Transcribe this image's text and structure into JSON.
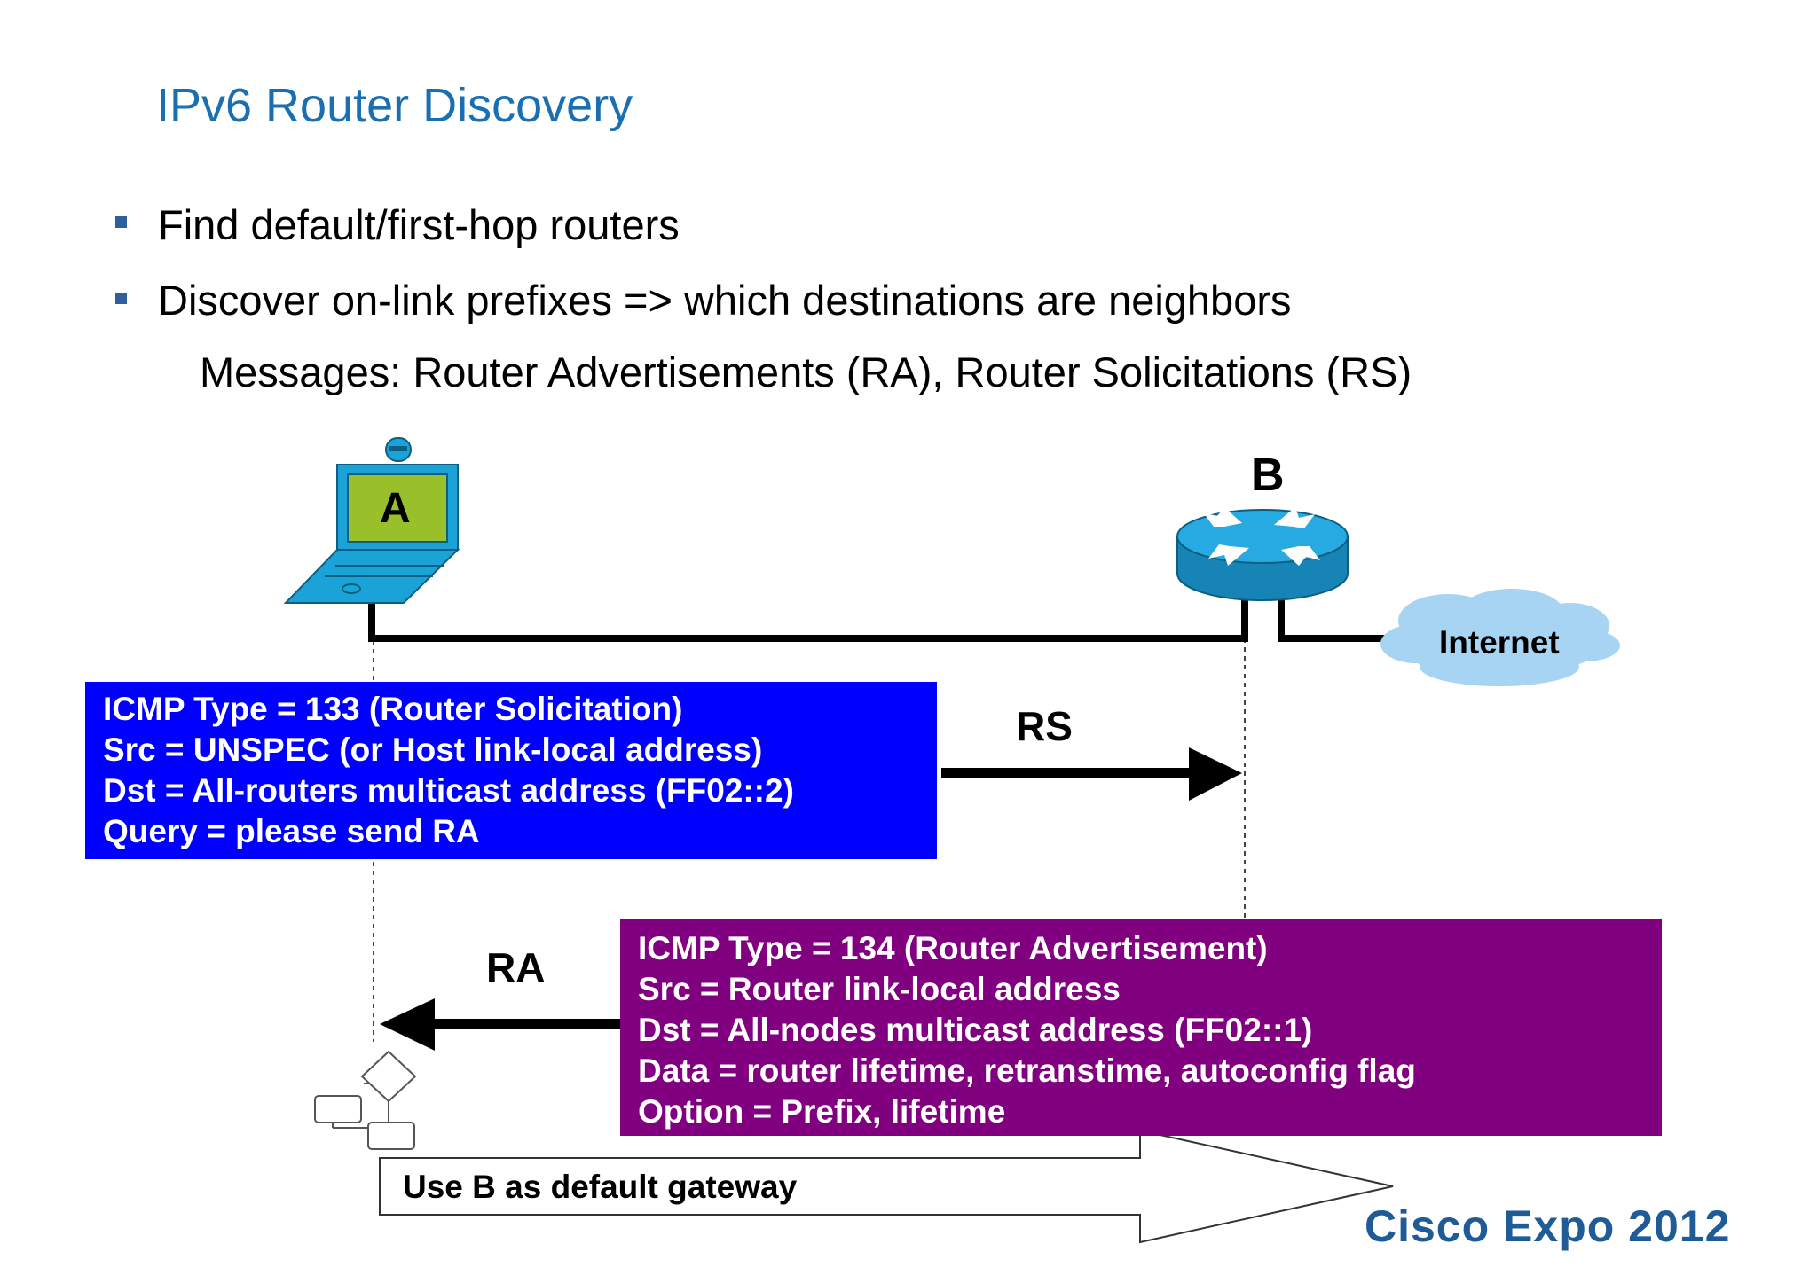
{
  "title": "IPv6 Router Discovery",
  "bullets": [
    "Find default/first-hop routers",
    "Discover on-link prefixes =>  which destinations are neighbors"
  ],
  "subtext": "Messages: Router Advertisements (RA),  Router Solicitations (RS)",
  "nodes": {
    "host": "A",
    "router": "B",
    "internet": "Internet"
  },
  "rs": {
    "label": "RS",
    "lines": [
      "ICMP Type = 133 (Router Solicitation)",
      "Src = UNSPEC (or Host link-local address)",
      "Dst = All-routers multicast address (FF02::2)",
      "Query = please send RA"
    ]
  },
  "ra": {
    "label": "RA",
    "lines": [
      "ICMP Type = 134 (Router Advertisement)",
      "Src = Router link-local address",
      "Dst = All-nodes multicast address (FF02::1)",
      "Data = router lifetime, retranstime, autoconfig flag",
      "Option = Prefix, lifetime"
    ]
  },
  "gateway": "Use B as default gateway",
  "brand": "Cisco Expo 2012",
  "colors": {
    "title": "#1a6fb3",
    "rs_box": "#0000ff",
    "ra_box": "#800080",
    "screen": "#99bf2a",
    "device_blue": "#1ba3d8",
    "cloud": "#a8d4f3"
  }
}
